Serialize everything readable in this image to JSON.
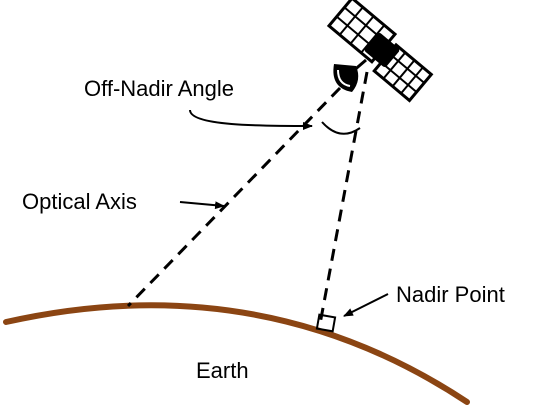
{
  "labels": {
    "off_nadir_angle": "Off-Nadir Angle",
    "optical_axis": "Optical Axis",
    "nadir_point": "Nadir Point",
    "earth": "Earth"
  },
  "colors": {
    "earth_surface": "#8B4513",
    "lines": "#000000",
    "background": "#ffffff"
  },
  "icons": {
    "satellite": "satellite-icon",
    "dish": "antenna-dish-icon"
  }
}
